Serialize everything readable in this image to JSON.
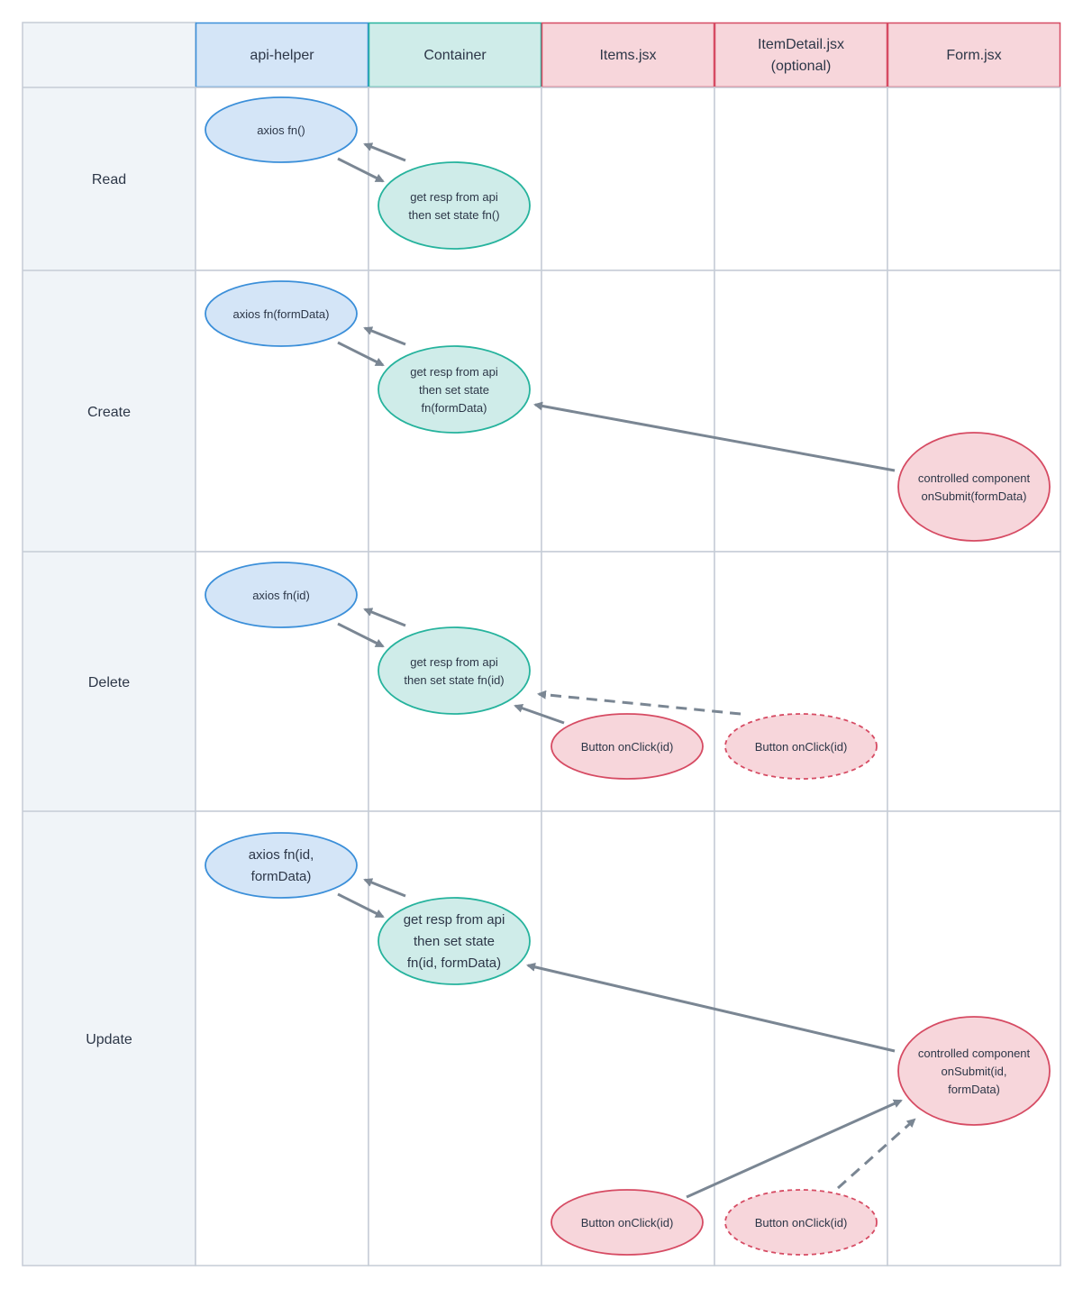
{
  "colors": {
    "grid": "#c5ccd6",
    "label_col_fill": "#f0f4f8",
    "api_fill": "#d4e5f7",
    "api_stroke": "#3b8fd9",
    "container_fill": "#cfece9",
    "container_stroke": "#26b39d",
    "component_fill": "#f7d6db",
    "component_stroke": "#d64b63",
    "arrow": "#7a8693"
  },
  "columns": [
    {
      "lines": [
        ""
      ]
    },
    {
      "lines": [
        "api-helper"
      ]
    },
    {
      "lines": [
        "Container"
      ]
    },
    {
      "lines": [
        "Items.jsx"
      ]
    },
    {
      "lines": [
        "ItemDetail.jsx",
        "(optional)"
      ]
    },
    {
      "lines": [
        "Form.jsx"
      ]
    }
  ],
  "rows": [
    {
      "label": "Read"
    },
    {
      "label": "Create"
    },
    {
      "label": "Delete"
    },
    {
      "label": "Update"
    }
  ],
  "nodes": [
    {
      "id": "read-api",
      "kind": "api",
      "lines": [
        "axios fn()"
      ]
    },
    {
      "id": "read-container",
      "kind": "container",
      "lines": [
        "get resp from api",
        "then set state fn()"
      ]
    },
    {
      "id": "create-api",
      "kind": "api",
      "lines": [
        "axios fn(formData)"
      ]
    },
    {
      "id": "create-container",
      "kind": "container",
      "lines": [
        "get resp from api",
        "then set state",
        "fn(formData)"
      ]
    },
    {
      "id": "create-form",
      "kind": "component",
      "lines": [
        "controlled component",
        "onSubmit(formData)"
      ]
    },
    {
      "id": "delete-api",
      "kind": "api",
      "lines": [
        "axios fn(id)"
      ]
    },
    {
      "id": "delete-container",
      "kind": "container",
      "lines": [
        "get resp from api",
        "then set state fn(id)"
      ]
    },
    {
      "id": "delete-items-button",
      "kind": "component",
      "lines": [
        "Button onClick(id)"
      ]
    },
    {
      "id": "delete-detail-button",
      "kind": "component",
      "dashed": true,
      "lines": [
        "Button onClick(id)"
      ]
    },
    {
      "id": "update-api",
      "kind": "api",
      "large": true,
      "lines": [
        "axios fn(id,",
        "formData)"
      ]
    },
    {
      "id": "update-container",
      "kind": "container",
      "large": true,
      "lines": [
        "get resp from api",
        "then set state",
        "fn(id, formData)"
      ]
    },
    {
      "id": "update-form",
      "kind": "component",
      "lines": [
        "controlled component",
        "onSubmit(id,",
        "formData)"
      ]
    },
    {
      "id": "update-items-button",
      "kind": "component",
      "lines": [
        "Button onClick(id)"
      ]
    },
    {
      "id": "update-detail-button",
      "kind": "component",
      "dashed": true,
      "lines": [
        "Button onClick(id)"
      ]
    }
  ],
  "arrows": [
    {
      "from": "read-container",
      "to": "read-api"
    },
    {
      "from": "read-api",
      "to": "read-container"
    },
    {
      "from": "create-container",
      "to": "create-api"
    },
    {
      "from": "create-api",
      "to": "create-container"
    },
    {
      "from": "create-form",
      "to": "create-container"
    },
    {
      "from": "delete-container",
      "to": "delete-api"
    },
    {
      "from": "delete-api",
      "to": "delete-container"
    },
    {
      "from": "delete-detail-button",
      "to": "delete-container",
      "dashed": true
    },
    {
      "from": "delete-items-button",
      "to": "delete-container"
    },
    {
      "from": "update-container",
      "to": "update-api"
    },
    {
      "from": "update-api",
      "to": "update-container"
    },
    {
      "from": "update-form",
      "to": "update-container"
    },
    {
      "from": "update-items-button",
      "to": "update-form"
    },
    {
      "from": "update-detail-button",
      "to": "update-form",
      "dashed": true
    }
  ]
}
